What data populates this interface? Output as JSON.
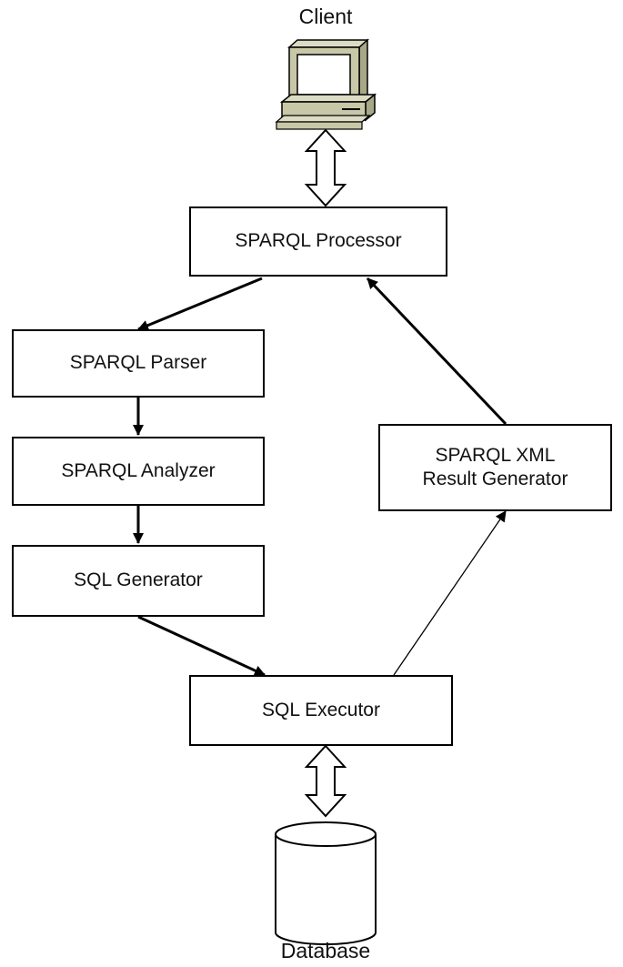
{
  "title": "",
  "nodes": {
    "client": "Client",
    "sparql_processor": "SPARQL Processor",
    "sparql_parser": "SPARQL Parser",
    "sparql_analyzer": "SPARQL Analyzer",
    "sql_generator": "SQL Generator",
    "sql_executor": "SQL Executor",
    "xml_result_generator": "SPARQL XML\nResult Generator",
    "database": "Database"
  },
  "icons": {
    "client": "desktop-computer-icon",
    "database": "database-cylinder-icon"
  },
  "edges": [
    {
      "from": "client",
      "to": "sparql_processor",
      "style": "double-hollow"
    },
    {
      "from": "sparql_processor",
      "to": "sparql_parser",
      "style": "single"
    },
    {
      "from": "sparql_parser",
      "to": "sparql_analyzer",
      "style": "single"
    },
    {
      "from": "sparql_analyzer",
      "to": "sql_generator",
      "style": "single"
    },
    {
      "from": "sql_generator",
      "to": "sql_executor",
      "style": "single"
    },
    {
      "from": "sql_executor",
      "to": "xml_result_generator",
      "style": "single"
    },
    {
      "from": "xml_result_generator",
      "to": "sparql_processor",
      "style": "single"
    },
    {
      "from": "sql_executor",
      "to": "database",
      "style": "double-hollow"
    }
  ],
  "colors": {
    "stroke": "#000000",
    "monitor_body": "#c8c8a8",
    "screen": "#ffffff",
    "database_fill": "#ffffff"
  }
}
